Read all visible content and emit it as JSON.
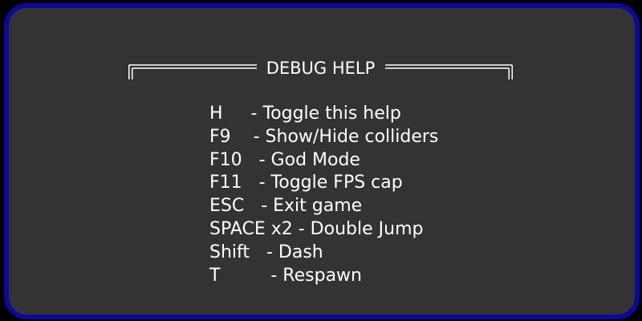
{
  "panel": {
    "title": "DEBUG HELP",
    "border_color": "#0a0a9a",
    "background_color": "#333333",
    "text_color": "#ffffff"
  },
  "help_lines": [
    "H     - Toggle this help",
    "F9    - Show/Hide colliders",
    "F10   - God Mode",
    "F11   - Toggle FPS cap",
    "ESC   - Exit game",
    "SPACE x2 - Double Jump",
    "Shift   - Dash",
    "T         - Respawn"
  ]
}
